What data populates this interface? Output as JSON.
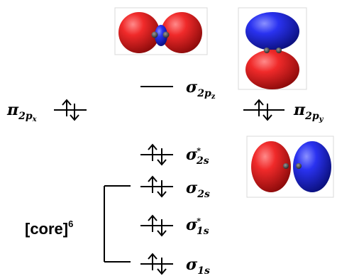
{
  "colors": {
    "lobe_positive": "#e02020",
    "lobe_negative": "#1a22d8",
    "nucleus": "#444444",
    "line": "#000000"
  },
  "levels": {
    "sigma2pz": {
      "symbol": "σ",
      "sub1": "2p",
      "sub2": "z",
      "star": "",
      "electrons": 0
    },
    "pi2px": {
      "symbol": "π",
      "sub1": "2p",
      "sub2": "x",
      "star": "",
      "electrons": 2
    },
    "pi2py": {
      "symbol": "π",
      "sub1": "2p",
      "sub2": "y",
      "star": "",
      "electrons": 2
    },
    "sigma2s_star": {
      "symbol": "σ",
      "sub1": "2s",
      "sub2": "",
      "star": "*",
      "electrons": 2
    },
    "sigma2s": {
      "symbol": "σ",
      "sub1": "2s",
      "sub2": "",
      "star": "",
      "electrons": 2
    },
    "sigma1s_star": {
      "symbol": "σ",
      "sub1": "1s",
      "sub2": "",
      "star": "*",
      "electrons": 2
    },
    "sigma1s": {
      "symbol": "σ",
      "sub1": "1s",
      "sub2": "",
      "star": "",
      "electrons": 2
    }
  },
  "core": {
    "text": "[core]",
    "superscript": "6"
  },
  "orbital_images": [
    {
      "name": "sigma-2pz-orbital",
      "lobes": [
        "positive",
        "negative",
        "positive"
      ],
      "orientation": "horizontal"
    },
    {
      "name": "pi-2py-orbital",
      "lobes": [
        "negative",
        "positive"
      ],
      "orientation": "vertical"
    },
    {
      "name": "sigma-star-2s-orbital",
      "lobes": [
        "positive",
        "negative"
      ],
      "orientation": "horizontal"
    }
  ]
}
